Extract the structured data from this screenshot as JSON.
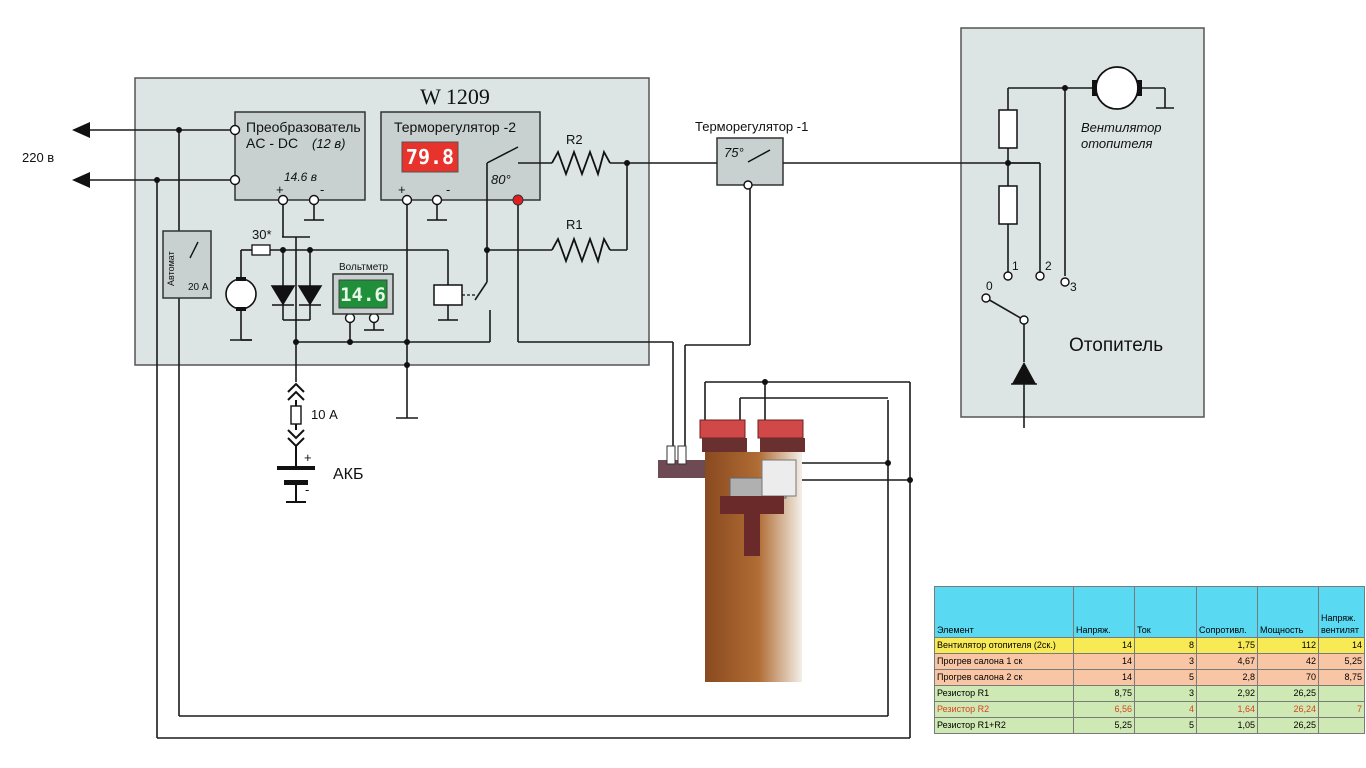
{
  "labels": {
    "mains": "220 в",
    "board_title": "W 1209",
    "converter_line1": "Преобразователь",
    "converter_line2": "AC - DC",
    "converter_line2_italic": "(12 в)",
    "converter_voltage": "14.6 в",
    "plus": "+",
    "minus": "-",
    "thermo2_title": "Терморегулятор -2",
    "thermo2_display": "79.8",
    "thermo2_setpoint": "80°",
    "r2": "R2",
    "r1": "R1",
    "thermo1_title": "Терморегулятор -1",
    "thermo1_setpoint": "75°",
    "breaker_name": "Автомат",
    "breaker_rating": "20 А",
    "resistor_mark": "30*",
    "voltmeter_title": "Вольтметр",
    "voltmeter_display": "14.6",
    "fuse_rating": "10 А",
    "battery": "АКБ",
    "fan_line1": "Вентилятор",
    "fan_line2": "отопителя",
    "pos0": "0",
    "pos1": "1",
    "pos2": "2",
    "pos3": "3",
    "heater": "Отопитель"
  },
  "table": {
    "headers": [
      "Элемент",
      "Напряж.",
      "Ток",
      "Сопротивл.",
      "Мощность",
      "Напряж. вентилят"
    ],
    "rows": [
      {
        "style": "yellow",
        "cells": [
          "Вентилятор отопителя (2ск.)",
          "14",
          "8",
          "1,75",
          "112",
          "14"
        ]
      },
      {
        "style": "orange",
        "cells": [
          "Прогрев салона 1 ск",
          "14",
          "3",
          "4,67",
          "42",
          "5,25"
        ]
      },
      {
        "style": "orange",
        "cells": [
          "Прогрев салона 2 ск",
          "14",
          "5",
          "2,8",
          "70",
          "8,75"
        ]
      },
      {
        "style": "green",
        "cells": [
          "Резистор R1",
          "8,75",
          "3",
          "2,92",
          "26,25",
          ""
        ]
      },
      {
        "style": "red",
        "cells": [
          "Резистор R2",
          "6,56",
          "4",
          "1,64",
          "26,24",
          "7"
        ]
      },
      {
        "style": "green",
        "cells": [
          "Резистор R1+R2",
          "5,25",
          "5",
          "1,05",
          "26,25",
          ""
        ]
      }
    ]
  },
  "colors": {
    "panel": "#dde4e4",
    "display_red_bg": "#e8322c",
    "display_green_bg": "#1f8f3a",
    "table_header": "#5ad9f3",
    "wire": "#1a1a1a"
  }
}
